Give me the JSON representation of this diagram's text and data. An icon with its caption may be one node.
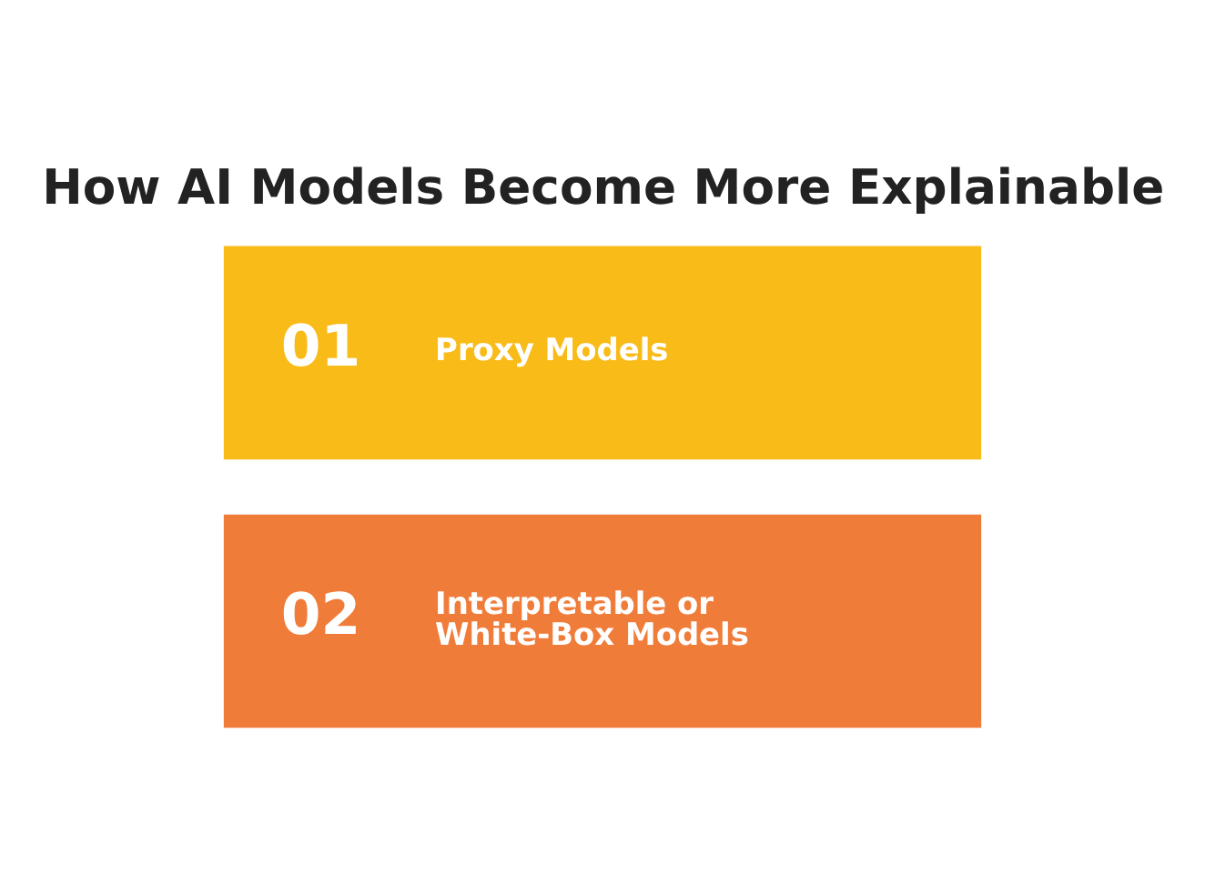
{
  "diagram": {
    "title": "How AI Models Become More Explainable",
    "nodes": [
      {
        "text": [
          "01",
          "Proxy Models"
        ]
      },
      {
        "text": [
          "02",
          "Interpretable or White-Box Models"
        ]
      }
    ],
    "edges": []
  }
}
